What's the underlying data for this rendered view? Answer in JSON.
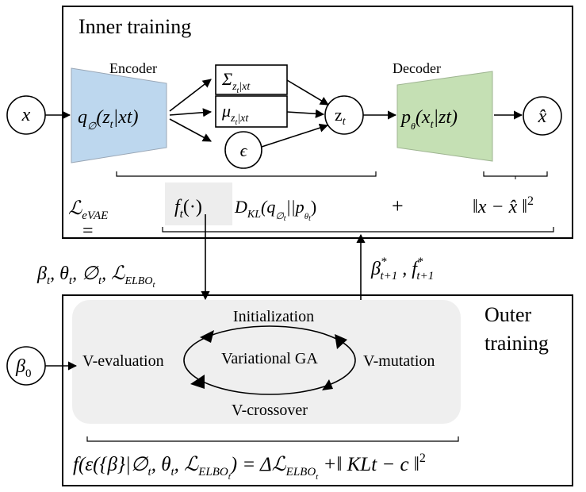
{
  "inner": {
    "title": "Inner training",
    "encoder_label": "Encoder",
    "decoder_label": "Decoder",
    "encoder_main": "q",
    "encoder_sub": "∅",
    "encoder_arg": "(z",
    "encoder_arg_sub": "t",
    "encoder_arg_rest": "|xt)",
    "sigma_main": "Σ",
    "sigma_sub": "z",
    "sigma_subsub": "t",
    "sigma_subrest": "|xt",
    "mu_main": "μ",
    "mu_sub": "z",
    "mu_subsub": "t",
    "mu_subrest": "|xt",
    "epsilon": "ϵ",
    "zt_main": "z",
    "zt_sub": "t",
    "decoder_main": "p",
    "decoder_sub": "θ",
    "decoder_arg": "(x",
    "decoder_arg_sub": "t",
    "decoder_arg_rest": "|zt)",
    "input_x": "x",
    "output_xhat": "x̂",
    "loss_main": "ℒ",
    "loss_sub": "eVAE",
    "equals": "=",
    "f_main": "f",
    "f_sub": "t",
    "f_arg": "(·)",
    "dkl_main": "D",
    "dkl_sub": "KL",
    "dkl_arg_open": "(q",
    "dkl_q_sub": "∅",
    "dkl_q_subsub": "t",
    "dkl_mid": "||p",
    "dkl_p_sub": "θ",
    "dkl_p_subsub": "t",
    "dkl_close": ")",
    "plus": "+",
    "recon_open": "‖x − ",
    "recon_xhat": "x̂",
    "recon_close": " ‖",
    "recon_sup": "2"
  },
  "links": {
    "down_b": "β",
    "down_b_sub": "t",
    "down_theta": ", θ",
    "down_theta_sub": "t",
    "down_phi": ", ∅",
    "down_phi_sub": "t",
    "down_l": ",  ℒ",
    "down_l_sub": "ELBO",
    "down_l_subsub": "t",
    "up_b": "β",
    "up_b_sup": "*",
    "up_b_sub": "t+1",
    "up_f": " , f",
    "up_f_sup": "*",
    "up_f_sub": "t+1"
  },
  "outer": {
    "title_line1": "Outer",
    "title_line2": "training",
    "initialization": "Initialization",
    "v_evaluation": "V-evaluation",
    "variational_ga": "Variational GA",
    "v_mutation": "V-mutation",
    "v_crossover": "V-crossover",
    "beta0_main": "β",
    "beta0_sub": "0",
    "formula_f": "f(ε({β}|∅",
    "formula_f_sub": "t",
    "formula_mid": ", θ",
    "formula_mid_sub": "t",
    "formula_l": ", ℒ",
    "formula_l_sub": "ELBO",
    "formula_l_subsub": "t",
    "formula_eq": ") = Δℒ",
    "formula_eq_sub": "ELBO",
    "formula_eq_subsub": "t",
    "formula_tail": " +‖ KLt − c ‖",
    "formula_sup": "2"
  },
  "colors": {
    "encoder_fill": "#bdd7ee",
    "decoder_fill": "#c5e0b4",
    "ga_panel_fill": "#efefef",
    "f_box_fill": "#ededed",
    "stroke": "#000000"
  }
}
